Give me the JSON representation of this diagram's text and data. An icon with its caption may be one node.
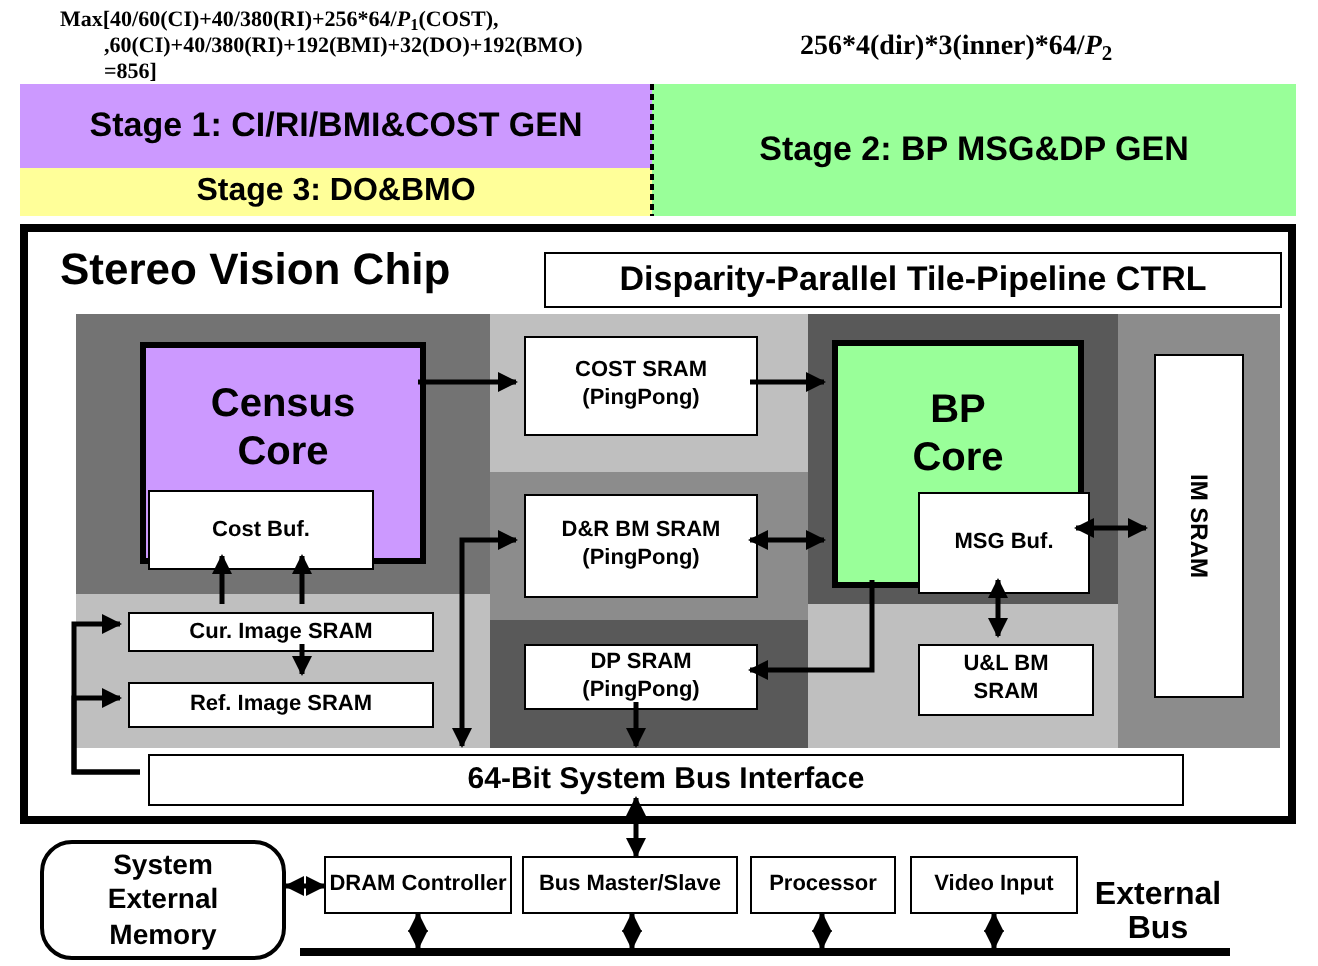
{
  "diagram": {
    "nodes": [
      {
        "text": [
          "Stage 1: CI/RI/BMI&COST GEN"
        ]
      },
      {
        "text": [
          "Stage 3: DO&BMO"
        ]
      },
      {
        "text": [
          "Stage 2: BP MSG&DP GEN"
        ]
      },
      {
        "text": [
          "Stereo Vision Chip"
        ]
      },
      {
        "text": [
          "Disparity-Parallel Tile-Pipeline CTRL"
        ],
        "in": 3
      },
      {
        "text": [
          "Census Core"
        ],
        "in": 3
      },
      {
        "text": [
          "Cost Buf."
        ],
        "in": 5
      },
      {
        "text": [
          "COST SRAM (PingPong)"
        ],
        "in": 3
      },
      {
        "text": [
          "BP Core"
        ],
        "in": 3
      },
      {
        "text": [
          "MSG Buf."
        ],
        "in": 8
      },
      {
        "text": [
          "D&R BM SRAM (PingPong)"
        ],
        "in": 3
      },
      {
        "text": [
          "IM SRAM"
        ],
        "in": 3
      },
      {
        "text": [
          "Cur. Image SRAM"
        ],
        "in": 3
      },
      {
        "text": [
          "DP SRAM (PingPong)"
        ],
        "in": 3
      },
      {
        "text": [
          "U&L BM SRAM"
        ],
        "in": 3
      },
      {
        "text": [
          "Ref. Image SRAM"
        ],
        "in": 3
      },
      {
        "text": [
          "64-Bit System Bus Interface"
        ],
        "in": 3
      },
      {
        "text": [
          "System External Memory"
        ]
      },
      {
        "text": [
          "DRAM Controller"
        ]
      },
      {
        "text": [
          "Bus Master/Slave"
        ]
      },
      {
        "text": [
          "Processor"
        ]
      },
      {
        "text": [
          "Video Input"
        ]
      },
      {
        "text": [],
        "shape": "bar",
        "beside": [
          "External Bus"
        ]
      }
    ],
    "edges": [
      {
        "from": 5,
        "to": 7,
        "arrow": "to"
      },
      {
        "from": 7,
        "to": 8,
        "arrow": "to"
      },
      {
        "from": 10,
        "to": 8,
        "arrow": "both"
      },
      {
        "from": 8,
        "to": 13,
        "arrow": "to"
      },
      {
        "from": 9,
        "to": 11,
        "arrow": "both"
      },
      {
        "from": 9,
        "to": 14,
        "arrow": "both"
      },
      {
        "from": 12,
        "to": 6,
        "arrow": "to"
      },
      {
        "from": 12,
        "to": 6,
        "arrow": "to"
      },
      {
        "from": 12,
        "to": 15,
        "arrow": "to"
      },
      {
        "from": 16,
        "to": 12,
        "arrow": "to"
      },
      {
        "from": 16,
        "to": 15,
        "arrow": "to"
      },
      {
        "from": 10,
        "to": 16,
        "arrow": "both"
      },
      {
        "from": 13,
        "to": 16,
        "arrow": "to"
      },
      {
        "from": 16,
        "to": 19,
        "arrow": "both"
      },
      {
        "from": 17,
        "to": 18,
        "arrow": "both"
      },
      {
        "from": 18,
        "to": 22,
        "arrow": "both"
      },
      {
        "from": 19,
        "to": 22,
        "arrow": "both"
      },
      {
        "from": 20,
        "to": 22,
        "arrow": "both"
      },
      {
        "from": 21,
        "to": 22,
        "arrow": "both"
      }
    ],
    "labels": [
      "Max[40/60(CI)+40/380(RI)+256*64/*P*$_{1}$(COST), ,60(CI)+40/380(RI)+192(BMI)+32(DO)+192(BMO) =856]",
      "256*4(dir)*3(inner)*64/*P*$_{2}$"
    ]
  }
}
